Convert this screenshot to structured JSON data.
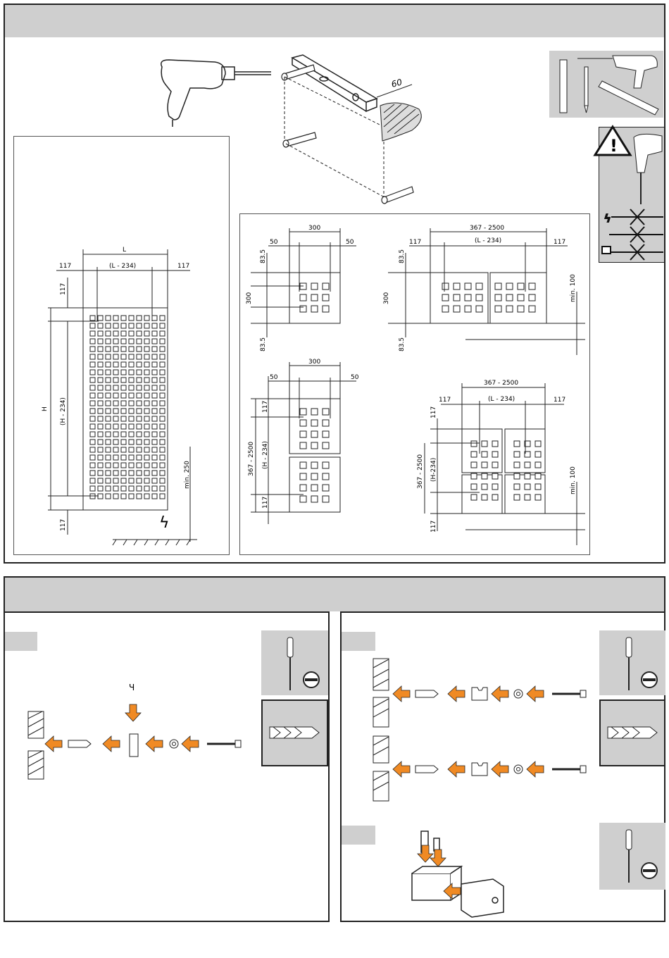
{
  "section1": {
    "dims_single": {
      "L": "L",
      "L_minus": "(L - 234)",
      "margin": "117",
      "H": "H",
      "H_minus": "(H - 234)",
      "min_floor": "min. 250"
    },
    "dims_set": {
      "w300": "300",
      "w50": "50",
      "h83": "83.5",
      "h300": "300",
      "range": "367 - 2500",
      "L_minus": "(L - 234)",
      "H_minus": "(H-234)",
      "H_minus_b": "(H - 234)",
      "m117": "117",
      "min100": "min. 100"
    },
    "drill_depth": "60"
  },
  "section2": {
    "colors": {
      "arrow": "#f08a24",
      "band": "#cfcfcf"
    }
  }
}
